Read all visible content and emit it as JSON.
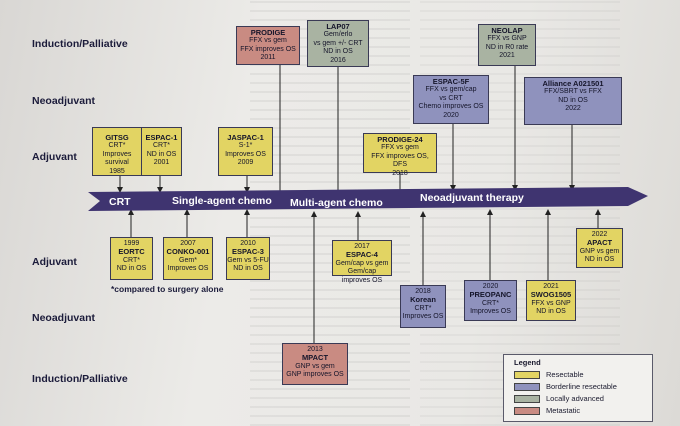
{
  "row_labels": {
    "top_induction": "Induction/Palliative",
    "top_neoadjuvant": "Neoadjuvant",
    "top_adjuvant": "Adjuvant",
    "bottom_adjuvant": "Adjuvant",
    "bottom_neoadjuvant": "Neoadjuvant",
    "bottom_induction": "Induction/Palliative"
  },
  "timeline": {
    "eras": [
      "CRT",
      "Single-agent chemo",
      "Multi-agent chemo",
      "Neoadjuvant therapy"
    ],
    "color": "#3f3470"
  },
  "trials_above": [
    {
      "title": "PRODIGE",
      "lines": [
        "FFX vs gem",
        "FFX improves OS",
        "2011"
      ],
      "category": "metastatic"
    },
    {
      "title": "LAP07",
      "lines": [
        "Gem/erlo",
        "vs gem +/- CRT",
        "ND in OS",
        "2016"
      ],
      "category": "locally_advanced"
    },
    {
      "title": "NEOLAP",
      "lines": [
        "FFX vs GNP",
        "ND in R0 rate",
        "2021"
      ],
      "category": "locally_advanced"
    },
    {
      "title": "ESPAC-5F",
      "lines": [
        "FFX vs gem/cap",
        "vs CRT",
        "Chemo improves OS",
        "2020"
      ],
      "category": "borderline"
    },
    {
      "title": "Alliance A021501",
      "lines": [
        "FFX/SBRT vs FFX",
        "ND in OS",
        "2022"
      ],
      "category": "borderline"
    },
    {
      "title": "GITSG",
      "lines": [
        "CRT*",
        "Improves survival",
        "1985"
      ],
      "category": "resectable"
    },
    {
      "title": "ESPAC-1",
      "lines": [
        "CRT*",
        "ND in OS",
        "2001"
      ],
      "category": "resectable"
    },
    {
      "title": "JASPAC-1",
      "lines": [
        "S-1*",
        "Improves OS",
        "2009"
      ],
      "category": "resectable"
    },
    {
      "title": "PRODIGE-24",
      "lines": [
        "FFX vs gem",
        "FFX improves OS, DFS",
        "2018"
      ],
      "category": "resectable"
    }
  ],
  "trials_below": [
    {
      "year": "1999",
      "title": "EORTC",
      "lines": [
        "CRT*",
        "ND in OS"
      ],
      "category": "resectable"
    },
    {
      "year": "2007",
      "title": "CONKO-001",
      "lines": [
        "Gem*",
        "Improves OS"
      ],
      "category": "resectable"
    },
    {
      "year": "2010",
      "title": "ESPAC-3",
      "lines": [
        "Gem vs 5-FU",
        "ND in OS"
      ],
      "category": "resectable"
    },
    {
      "year": "2017",
      "title": "ESPAC-4",
      "lines": [
        "Gem/cap vs gem",
        "Gem/cap improves OS"
      ],
      "category": "resectable"
    },
    {
      "year": "2022",
      "title": "APACT",
      "lines": [
        "GNP vs gem",
        "ND in OS"
      ],
      "category": "resectable"
    },
    {
      "year": "2018",
      "title": "Korean",
      "lines": [
        "CRT*",
        "Improves OS"
      ],
      "category": "borderline"
    },
    {
      "year": "2020",
      "title": "PREOPANC",
      "lines": [
        "CRT*",
        "Improves OS"
      ],
      "category": "borderline"
    },
    {
      "year": "2021",
      "title": "SWOG1505",
      "lines": [
        "FFX vs GNP",
        "ND in OS"
      ],
      "category": "resectable"
    },
    {
      "year": "2013",
      "title": "MPACT",
      "lines": [
        "GNP vs gem",
        "GNP improves OS"
      ],
      "category": "metastatic"
    }
  ],
  "footnote": "*compared to surgery alone",
  "legend": {
    "title": "Legend",
    "items": [
      {
        "label": "Resectable",
        "color": "#e2d463"
      },
      {
        "label": "Borderline resectable",
        "color": "#8f92bd"
      },
      {
        "label": "Locally advanced",
        "color": "#a9b3a2"
      },
      {
        "label": "Metastatic",
        "color": "#c98b82"
      }
    ]
  }
}
